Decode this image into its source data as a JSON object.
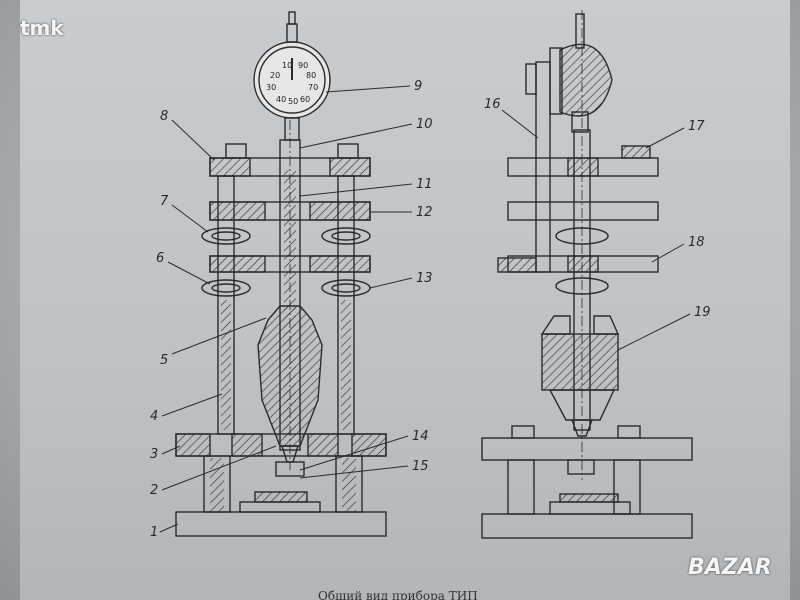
{
  "watermark_left": "tmk",
  "watermark_right": "BAZAR",
  "caption": "Общий вид прибора ТИП",
  "dial": {
    "numbers": [
      "10",
      "90",
      "20",
      "80",
      "30",
      "70",
      "40",
      "60",
      "50"
    ]
  },
  "labels": {
    "l1": "1",
    "l2": "2",
    "l3": "3",
    "l4": "4",
    "l5": "5",
    "l6": "6",
    "l7": "7",
    "l8": "8",
    "l9": "9",
    "l10": "10",
    "l11": "11",
    "l12": "12",
    "l13": "13",
    "l14": "14",
    "l15": "15",
    "l16": "16",
    "l17": "17",
    "l18": "18",
    "l19": "19"
  }
}
